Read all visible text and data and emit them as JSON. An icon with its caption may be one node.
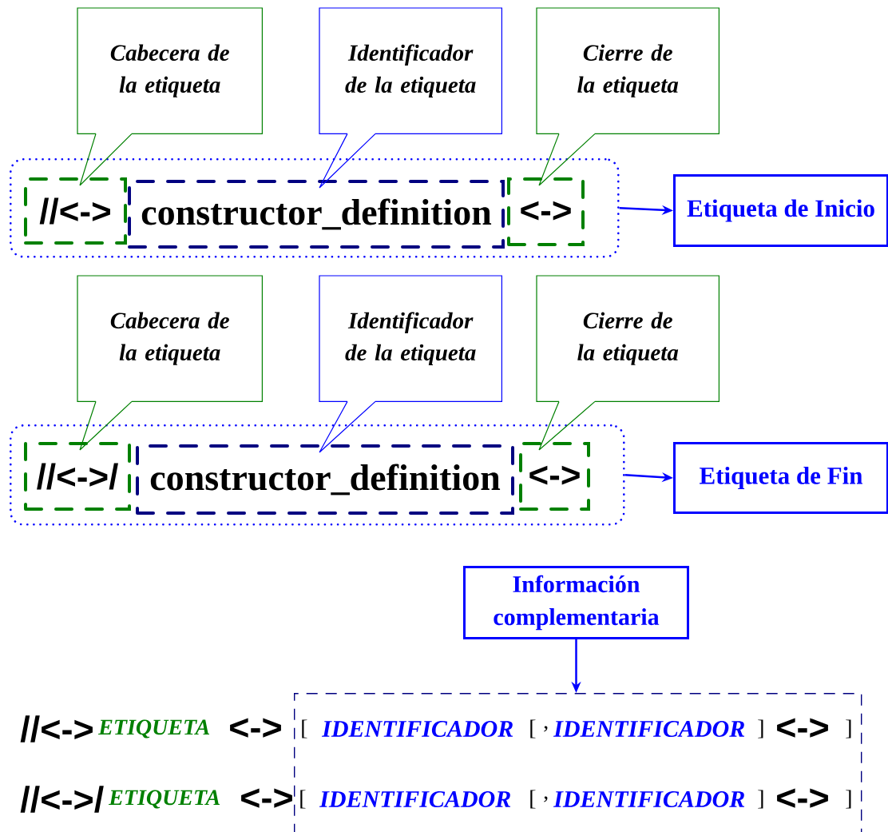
{
  "diagram": {
    "nodes": [
      {
        "text": [
          "Cabecera de la etiqueta"
        ]
      },
      {
        "text": [
          "Identificador de la etiqueta"
        ]
      },
      {
        "text": [
          "Cierre de la etiqueta"
        ]
      },
      {
        "text": [],
        "shape": "box"
      },
      {
        "text": [
          "//<->"
        ],
        "in": 3
      },
      {
        "text": [
          "constructor_definition"
        ],
        "in": 3
      },
      {
        "text": [
          "<->"
        ],
        "in": 3
      },
      {
        "text": [
          "Etiqueta de Inicio"
        ]
      },
      {
        "text": [
          "Cabecera de la etiqueta"
        ]
      },
      {
        "text": [
          "Identificador de la etiqueta"
        ]
      },
      {
        "text": [
          "Cierre de la etiqueta"
        ]
      },
      {
        "text": [],
        "shape": "box"
      },
      {
        "text": [
          "//<->/"
        ],
        "in": 11
      },
      {
        "text": [
          "constructor_definition"
        ],
        "in": 11
      },
      {
        "text": [
          "<->"
        ],
        "in": 11
      },
      {
        "text": [
          "Etiqueta de Fin"
        ]
      },
      {
        "text": [
          "Información complementaria"
        ]
      },
      {
        "text": [],
        "shape": "box"
      }
    ],
    "edges": [
      {
        "from": 0,
        "to": 4,
        "arrow": "none",
        "color": "#008000"
      },
      {
        "from": 1,
        "to": 5,
        "arrow": "none"
      },
      {
        "from": 2,
        "to": 6,
        "arrow": "none",
        "color": "#008000"
      },
      {
        "from": 3,
        "to": 7,
        "arrow": "to"
      },
      {
        "from": 8,
        "to": 12,
        "arrow": "none",
        "color": "#008000"
      },
      {
        "from": 9,
        "to": 13,
        "arrow": "none"
      },
      {
        "from": 10,
        "to": 14,
        "arrow": "none",
        "color": "#008000"
      },
      {
        "from": 11,
        "to": 15,
        "arrow": "to"
      },
      {
        "from": 16,
        "to": 17,
        "arrow": "to"
      }
    ],
    "labels": [
      "//<->",
      "ETIQUETA",
      "<->",
      "[",
      "IDENTIFICADOR",
      "[",
      ",",
      "IDENTIFICADOR",
      "]",
      "<->",
      "]",
      "//<->/",
      "ETIQUETA",
      "<->",
      "[",
      "IDENTIFICADOR",
      "[",
      ",",
      "IDENTIFICADOR",
      "]",
      "<->",
      "]"
    ]
  }
}
